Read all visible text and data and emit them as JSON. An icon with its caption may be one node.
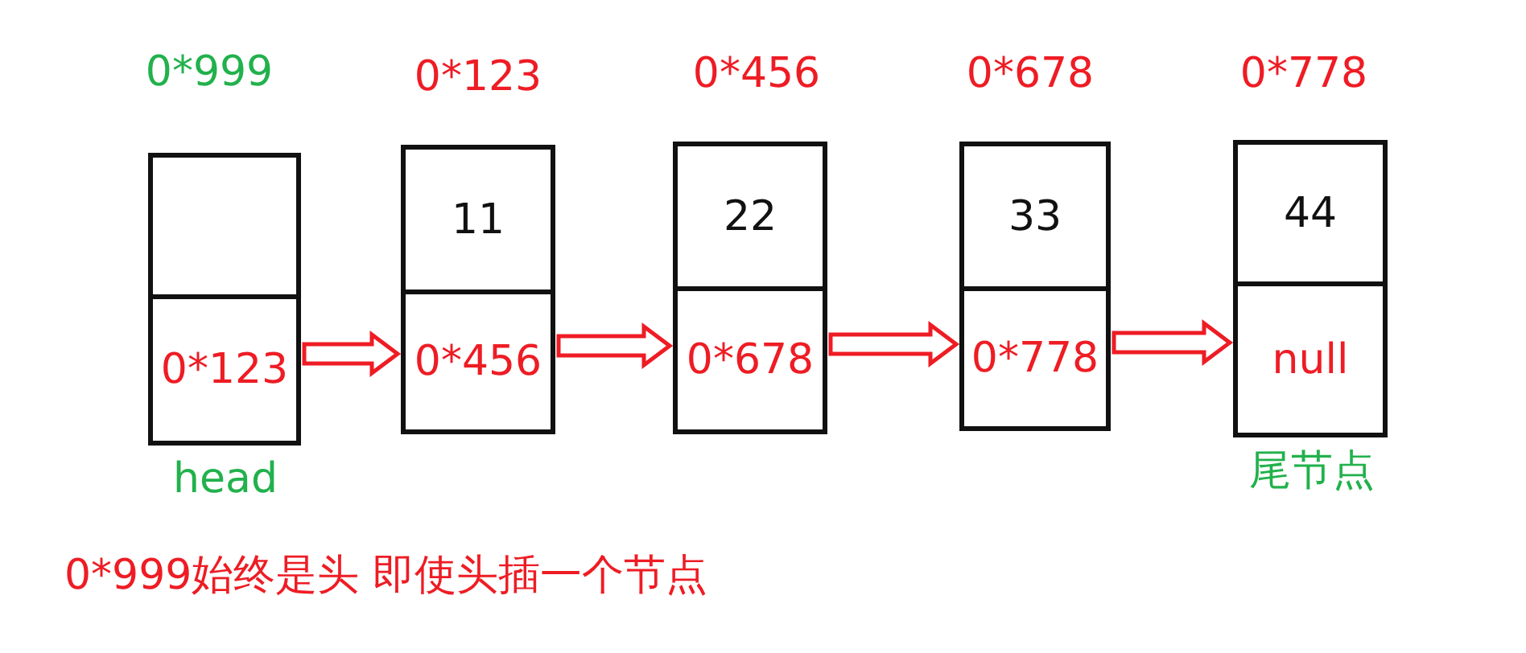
{
  "diagram": {
    "nodes": [
      {
        "text": [],
        "shape": "box",
        "beside": [
          "0*999",
          "head"
        ]
      },
      {
        "text": [],
        "shape": "box",
        "in": 0
      },
      {
        "text": [
          "0*123"
        ],
        "in": 0
      },
      {
        "text": [],
        "shape": "box",
        "beside": [
          "0*123"
        ]
      },
      {
        "text": [
          "11"
        ],
        "in": 3
      },
      {
        "text": [
          "0*456"
        ],
        "in": 3
      },
      {
        "text": [],
        "shape": "box",
        "beside": [
          "0*456"
        ]
      },
      {
        "text": [
          "22"
        ],
        "in": 6
      },
      {
        "text": [
          "0*678"
        ],
        "in": 6
      },
      {
        "text": [],
        "shape": "box",
        "beside": [
          "0*678"
        ]
      },
      {
        "text": [
          "33"
        ],
        "in": 9
      },
      {
        "text": [
          "0*778"
        ],
        "in": 9
      },
      {
        "text": [],
        "shape": "box",
        "beside": [
          "0*778",
          "尾节点"
        ]
      },
      {
        "text": [
          "44"
        ],
        "in": 12
      },
      {
        "text": [
          "null"
        ],
        "in": 12
      }
    ],
    "edges": [
      {
        "from": 2,
        "to": 3,
        "arrow": "to"
      },
      {
        "from": 5,
        "to": 6,
        "arrow": "to"
      },
      {
        "from": 8,
        "to": 9,
        "arrow": "to"
      },
      {
        "from": 11,
        "to": 12,
        "arrow": "to"
      }
    ],
    "labels": [
      "0*999始终是头 即使头插一个节点"
    ]
  }
}
